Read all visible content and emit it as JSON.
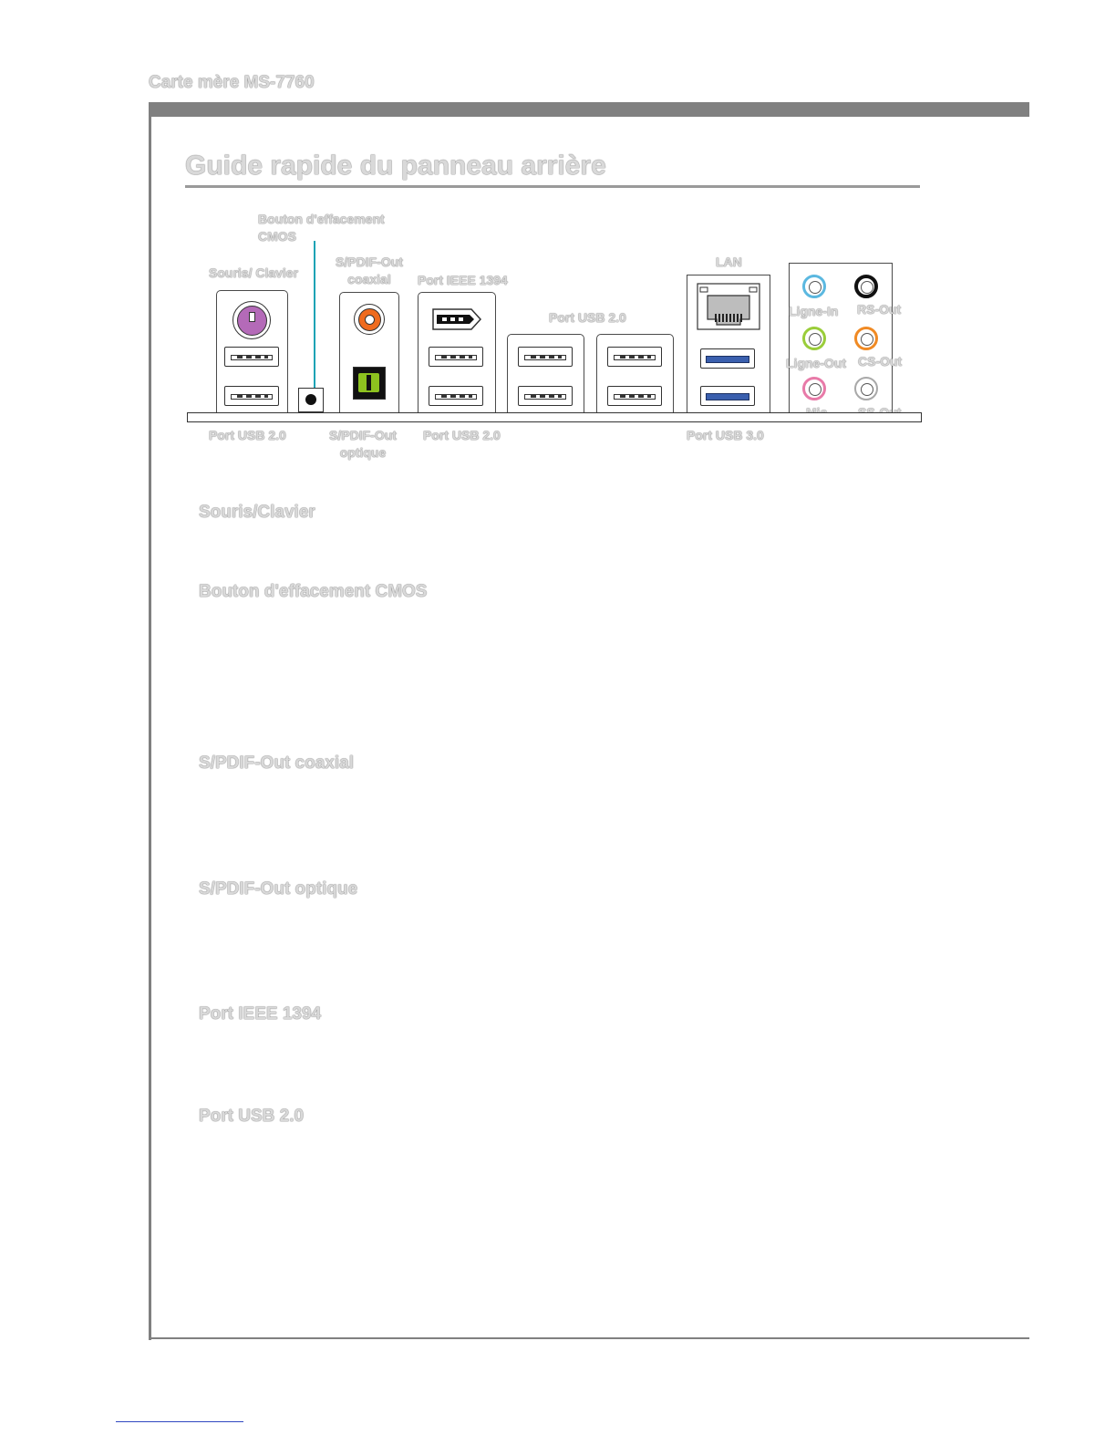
{
  "header": {
    "running_title": "Carte mère MS-7760"
  },
  "page": {
    "title": "Guide rapide du panneau arrière"
  },
  "diagram": {
    "labels": {
      "cmos_button": "Bouton d'effacement\nCMOS",
      "mouse_keyboard": "Souris/ Clavier",
      "spdif_coaxial": "S/PDIF-Out\ncoaxial",
      "ieee1394": "Port IEEE 1394",
      "usb20_top": "Port USB 2.0",
      "lan": "LAN",
      "usb20_bottom_left": "Port USB 2.0",
      "spdif_optical": "S/PDIF-Out\noptique",
      "usb20_bottom_mid": "Port USB 2.0",
      "usb30_bottom": "Port USB 3.0"
    },
    "audio_jacks": [
      {
        "label": "Ligne-In",
        "color": "#5bb8e0"
      },
      {
        "label": "RS-Out",
        "color": "#111111"
      },
      {
        "label": "Ligne-Out",
        "color": "#9acd3a"
      },
      {
        "label": "CS-Out",
        "color": "#f08a24"
      },
      {
        "label": "Mic",
        "color": "#e87aa8"
      },
      {
        "label": "SS-Out",
        "color": "#a8a8a8"
      }
    ],
    "colors": {
      "ps2": "#b46ab8",
      "coaxial": "#ef6b1e",
      "optical": "#8dc21f",
      "usb3": "#3a5fae",
      "cmos_line": "#1aa3b5"
    }
  },
  "sections": [
    {
      "heading": "Souris/Clavier"
    },
    {
      "heading": "Bouton d'effacement CMOS"
    },
    {
      "heading": "S/PDIF-Out coaxial"
    },
    {
      "heading": "S/PDIF-Out optique"
    },
    {
      "heading": "Port IEEE 1394"
    },
    {
      "heading": "Port USB 2.0"
    }
  ]
}
